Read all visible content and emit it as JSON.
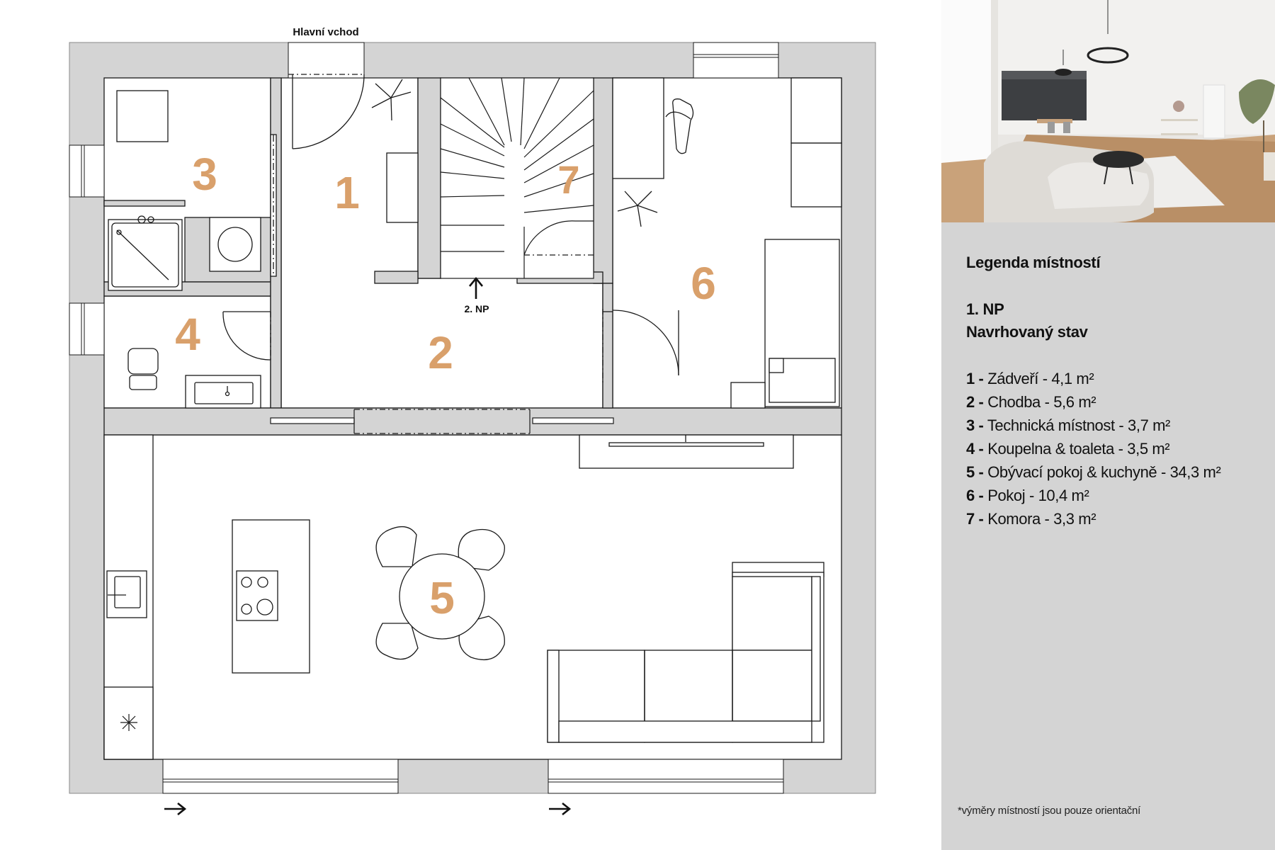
{
  "plan": {
    "entrance_label": "Hlavní vchod",
    "stairs_label": "2. NP",
    "room_numbers": [
      "1",
      "2",
      "3",
      "4",
      "5",
      "6",
      "7"
    ],
    "room_number_color": "#d9a06b"
  },
  "legend": {
    "title": "Legenda místností",
    "floor": "1. NP",
    "state": "Navrhovaný stav",
    "rooms": [
      {
        "num": "1 -",
        "text": "Zádveří - 4,1 m²"
      },
      {
        "num": "2 -",
        "text": "Chodba - 5,6 m²"
      },
      {
        "num": "3 -",
        "text": "Technická místnost - 3,7 m²"
      },
      {
        "num": "4 -",
        "text": "Koupelna & toaleta - 3,5 m²"
      },
      {
        "num": "5 -",
        "text": "Obývací pokoj & kuchyně - 34,3 m²"
      },
      {
        "num": "6 -",
        "text": "Pokoj - 10,4 m²"
      },
      {
        "num": "7 -",
        "text": "Komora - 3,3 m²"
      }
    ]
  },
  "footnote": "*výměry místností jsou pouze orientační",
  "colors": {
    "wall": "#d4d4d4",
    "panel": "#d4d4d4",
    "accent": "#d9a06b",
    "line": "#1a1a1a"
  }
}
